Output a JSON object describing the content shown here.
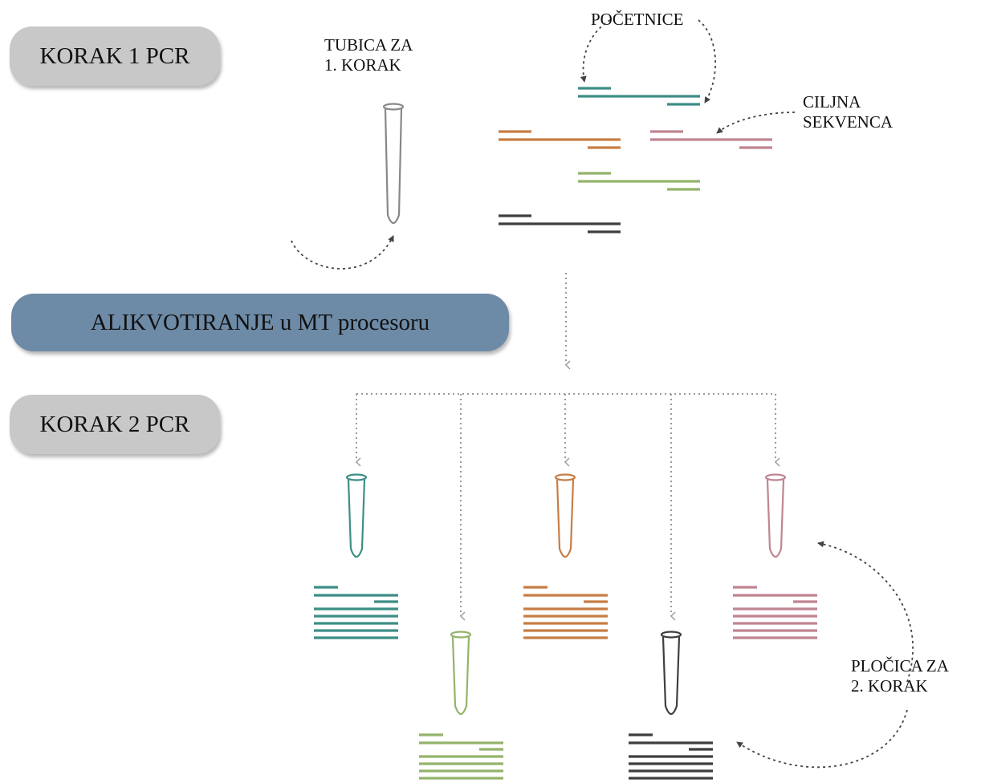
{
  "steps": {
    "step1": "KORAK 1 PCR",
    "aliquot": "ALIKVOTIRANJE u MT procesoru",
    "step2": "KORAK 2 PCR"
  },
  "labels": {
    "tube_line1": "TUBICA ZA",
    "tube_line2": "1. KORAK",
    "primers": "POČETNICE",
    "target_line1": "CILJNA",
    "target_line2": "SEKVENCA",
    "plate_line1": "PLOČICA ZA",
    "plate_line2": "2. KORAK"
  },
  "colors": {
    "teal": "#3d8e86",
    "orange": "#c77d45",
    "pink": "#bf8591",
    "green": "#94b36a",
    "dark": "#3e3e3e",
    "grey_pill": "#c8c8c8",
    "blue_pill": "#6d8aa6",
    "arrow": "#555555"
  },
  "amplicon_groups": [
    {
      "color": "teal"
    },
    {
      "color": "pink"
    },
    {
      "color": "orange"
    },
    {
      "color": "green"
    },
    {
      "color": "dark"
    }
  ],
  "step2_tubes": [
    {
      "color": "teal"
    },
    {
      "color": "green"
    },
    {
      "color": "orange"
    },
    {
      "color": "dark"
    },
    {
      "color": "pink"
    }
  ]
}
